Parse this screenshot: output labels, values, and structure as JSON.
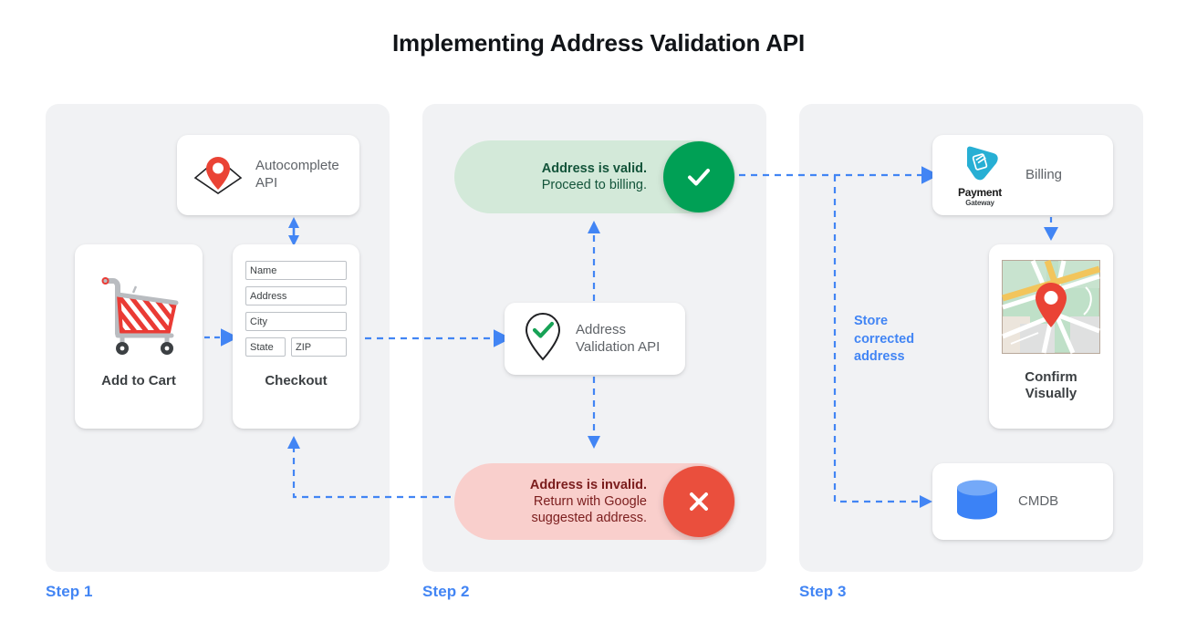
{
  "title": "Implementing Address Validation API",
  "colors": {
    "accent_blue": "#4285f4",
    "panel_bg": "#f1f2f4",
    "valid_pill_bg": "#d3e9d9",
    "valid_circle": "#00a055",
    "valid_text": "#13543a",
    "invalid_pill_bg": "#f9cfcc",
    "invalid_circle": "#ea4f3d",
    "invalid_text": "#7b1d1d",
    "pin_red": "#ea4335",
    "cmdb_blue": "#4285f4",
    "payment_teal": "#27afd4"
  },
  "steps": [
    {
      "label": "Step 1"
    },
    {
      "label": "Step 2"
    },
    {
      "label": "Step 3"
    }
  ],
  "step1": {
    "autocomplete": {
      "icon": "map-pin-icon",
      "label": "Autocomplete\nAPI"
    },
    "add_to_cart": {
      "icon": "shopping-cart-icon",
      "caption": "Add to Cart"
    },
    "checkout": {
      "caption": "Checkout",
      "fields": [
        {
          "name": "name",
          "value": "Name"
        },
        {
          "name": "address",
          "value": "Address"
        },
        {
          "name": "city",
          "value": "City"
        }
      ],
      "state_field": "State",
      "zip_field": "ZIP"
    }
  },
  "step2": {
    "valid": {
      "icon": "check-circle-icon",
      "line1": "Address is valid.",
      "line2": "Proceed to billing."
    },
    "validation_api": {
      "icon": "pin-check-icon",
      "label": "Address\nValidation API"
    },
    "invalid": {
      "icon": "x-circle-icon",
      "line1": "Address is invalid.",
      "line2": "Return with Google",
      "line3": "suggested address."
    }
  },
  "step3": {
    "billing": {
      "icon": "payment-gateway-icon",
      "logo_text": "Payment",
      "logo_sub": "Gateway",
      "label": "Billing"
    },
    "confirm": {
      "icon": "map-thumbnail-icon",
      "caption": "Confirm\nVisually"
    },
    "cmdb": {
      "icon": "database-icon",
      "label": "CMDB"
    },
    "connector_label": "Store\ncorrected\naddress"
  }
}
